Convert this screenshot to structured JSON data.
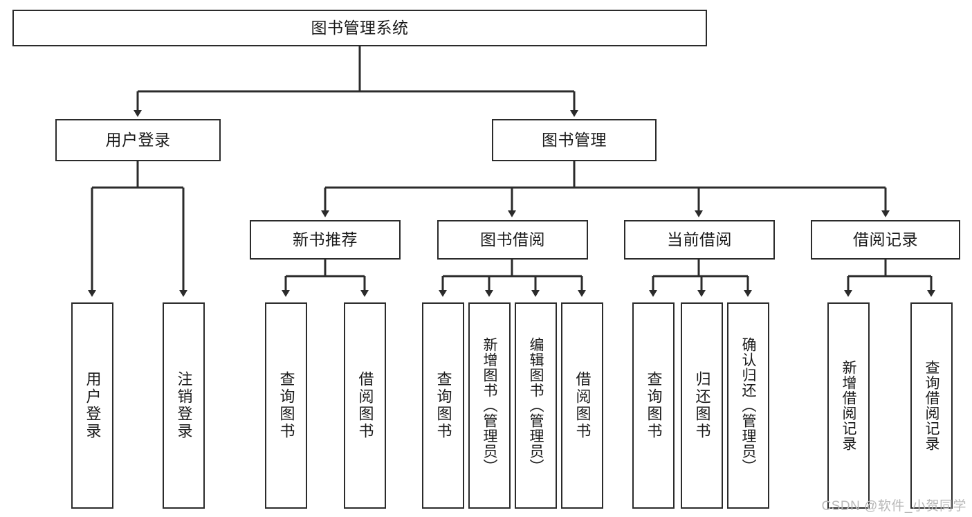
{
  "diagram": {
    "title": "图书管理系统",
    "type": "tree-hierarchy-chart",
    "watermark": "CSDN @软件_小贺同学",
    "colors": {
      "stroke": "#2b2b2b",
      "fill": "#ffffff",
      "text": "#1a1a1a",
      "watermark": "#b9b9b9"
    },
    "levels": {
      "root": {
        "label": "图书管理系统"
      },
      "level2": [
        {
          "id": "user-login",
          "label": "用户登录"
        },
        {
          "id": "book-management",
          "label": "图书管理"
        }
      ],
      "level3": [
        {
          "id": "new-book-recommend",
          "label": "新书推荐"
        },
        {
          "id": "book-borrow",
          "label": "图书借阅"
        },
        {
          "id": "current-borrow",
          "label": "当前借阅"
        },
        {
          "id": "borrow-record",
          "label": "借阅记录"
        }
      ],
      "leaves": {
        "user-login": [
          {
            "id": "leaf-user-login",
            "label": "用户登录"
          },
          {
            "id": "leaf-logout",
            "label": "注销登录"
          }
        ],
        "new-book-recommend": [
          {
            "id": "leaf-query-book-1",
            "label": "查询图书"
          },
          {
            "id": "leaf-borrow-book-1",
            "label": "借阅图书"
          }
        ],
        "book-borrow": [
          {
            "id": "leaf-query-book-2",
            "label": "查询图书"
          },
          {
            "id": "leaf-add-book",
            "label": "新增图书（管理员）"
          },
          {
            "id": "leaf-edit-book",
            "label": "编辑图书（管理员）"
          },
          {
            "id": "leaf-borrow-book-2",
            "label": "借阅图书"
          }
        ],
        "current-borrow": [
          {
            "id": "leaf-query-book-3",
            "label": "查询图书"
          },
          {
            "id": "leaf-return-book",
            "label": "归还图书"
          },
          {
            "id": "leaf-confirm-return",
            "label": "确认归还（管理员）"
          }
        ],
        "borrow-record": [
          {
            "id": "leaf-add-record",
            "label": "新增借阅记录"
          },
          {
            "id": "leaf-query-record",
            "label": "查询借阅记录"
          }
        ]
      }
    }
  }
}
